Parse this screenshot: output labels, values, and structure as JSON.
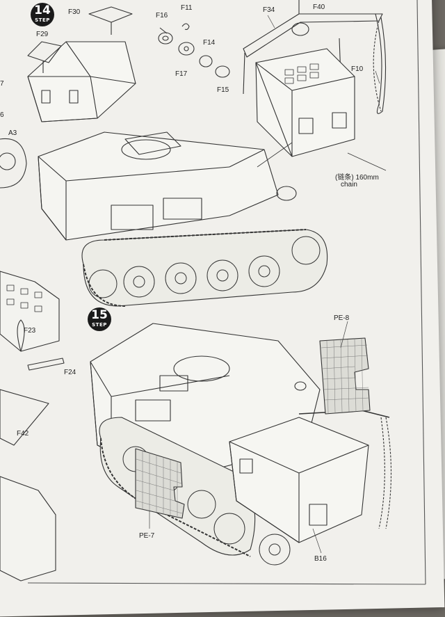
{
  "steps": [
    {
      "number": "14",
      "word": "STEP"
    },
    {
      "number": "15",
      "word": "STEP"
    }
  ],
  "parts": {
    "f30": "F30",
    "f29": "F29",
    "f16": "F16",
    "f11": "F11",
    "f17": "F17",
    "f14": "F14",
    "f15": "F15",
    "f34": "F34",
    "f40": "F40",
    "f10": "F10",
    "a3": "A3",
    "f23": "F23",
    "f24": "F24",
    "f42": "F42",
    "pe8": "PE-8",
    "pe7": "PE-7",
    "b16": "B16",
    "edge7": "7",
    "edge6": "6"
  },
  "chain_note": {
    "cn": "(链条) 160mm",
    "en": "chain"
  },
  "colors": {
    "paper": "#f1f0ec",
    "ink": "#222222",
    "background": "#6e6a64"
  }
}
